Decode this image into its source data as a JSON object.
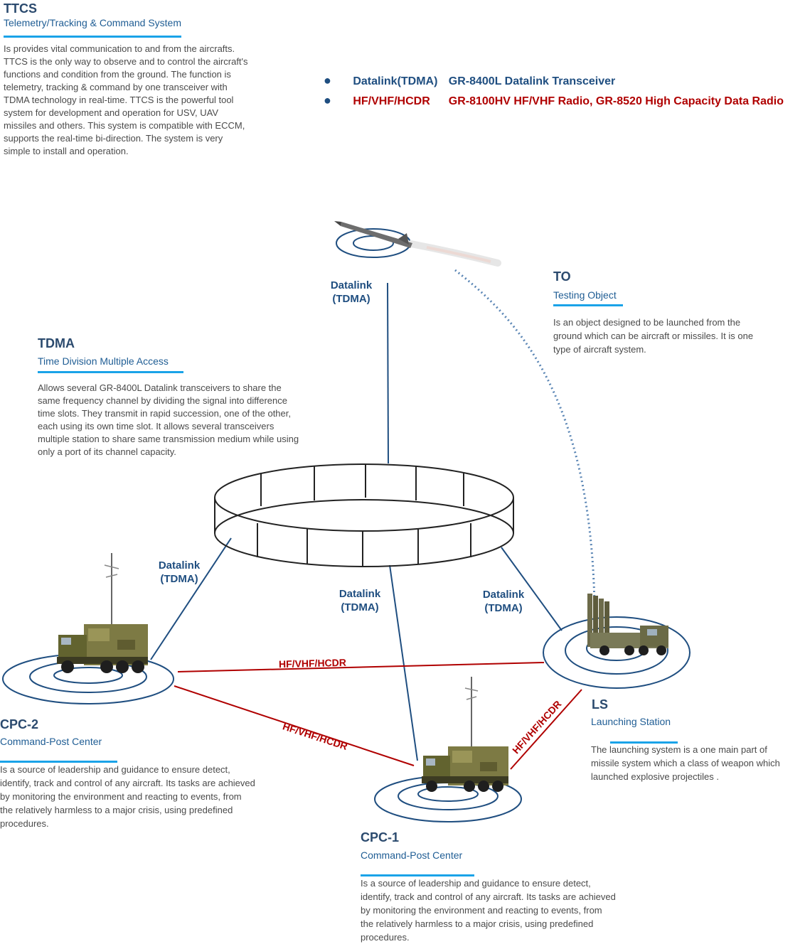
{
  "ttcs": {
    "title": "TTCS",
    "subtitle": "Telemetry/Tracking & Command System",
    "description": "Is provides vital communication to and from the aircrafts. TTCS is the only way to observe and to control the aircraft's functions and condition from the ground. The function is telemetry, tracking & command by one transceiver with TDMA technology in real-time. TTCS is the powerful tool system for development and operation for USV, UAV missiles and others. This system is compatible with ECCM, supports the real-time bi-direction. The system is very simple to install and operation."
  },
  "bullets": [
    {
      "key": "Datalink(TDMA)",
      "value": "GR-8400L Datalink Transceiver",
      "color": "#1f4e80"
    },
    {
      "key": "HF/VHF/HCDR",
      "value": "GR-8100HV HF/VHF Radio, GR-8520 High Capacity Data Radio",
      "color": "#b00000"
    }
  ],
  "to": {
    "title": "TO",
    "subtitle": "Testing Object",
    "description": "Is an object designed to be launched from the ground which can be aircraft or missiles. It is one type of aircraft system."
  },
  "tdma": {
    "title": "TDMA",
    "subtitle": "Time Division Multiple Access",
    "description": "Allows several GR-8400L Datalink transceivers to share the same frequency channel by dividing the signal into difference time slots. They transmit in rapid succession, one of the other, each using its own time slot. It allows several transceivers multiple station to share same transmission medium while using only a port of its channel capacity."
  },
  "cpc2": {
    "title": "CPC-2",
    "subtitle": "Command-Post Center",
    "description": "Is a source of leadership and guidance to ensure detect, identify, track and control of any aircraft. Its tasks are achieved by monitoring the environment and reacting to events, from the relatively harmless to a major crisis, using predefined procedures."
  },
  "cpc1": {
    "title": "CPC-1",
    "subtitle": "Command-Post Center",
    "description": "Is a source of leadership and guidance to ensure detect, identify, track and control of any aircraft. Its tasks are achieved by monitoring the environment and reacting to events, from the relatively harmless to a major crisis, using predefined procedures."
  },
  "ls": {
    "title": "LS",
    "subtitle": "Launching Station",
    "description": "The launching system is a one main part of missile system which a class of weapon which launched explosive projectiles ."
  },
  "links": {
    "datalink_top": "Datalink\n(TDMA)",
    "datalink_cpc2": "Datalink\n(TDMA)",
    "datalink_cpc1": "Datalink\n(TDMA)",
    "datalink_ls": "Datalink\n(TDMA)",
    "hf_cpc2_ls": "HF/VHF/HCDR",
    "hf_cpc2_cpc1": "HF/VHF/HCDR",
    "hf_cpc1_ls": "HF/VHF/HCDR"
  },
  "colors": {
    "navy": "#1f4e80",
    "red": "#b00000",
    "accent": "#1aa3e8"
  }
}
